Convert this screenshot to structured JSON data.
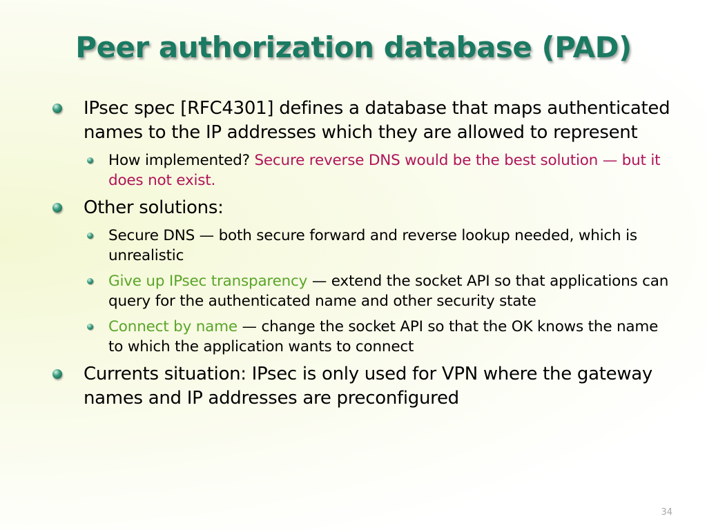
{
  "slide": {
    "title": "Peer authorization database (PAD)",
    "page_number": "34",
    "colors": {
      "title": "#1b7a62",
      "highlight_red": "#b0145a",
      "highlight_green": "#5aa52a"
    },
    "bullets": [
      {
        "text": "IPsec spec [RFC4301] defines a database that maps authenticated names to the IP addresses which they are allowed to represent",
        "sub": [
          {
            "lead": "How implemented? ",
            "highlight": "Secure reverse DNS would be the best solution — but it does not exist."
          }
        ]
      },
      {
        "text": "Other solutions:",
        "sub": [
          {
            "text": "Secure DNS — both secure forward and reverse lookup needed, which is unrealistic"
          },
          {
            "highlight": "Give up IPsec transparency",
            "rest": " — extend the socket API so that applications can query for the authenticated name and other security state"
          },
          {
            "highlight": "Connect by name",
            "rest": " — change the socket API so that the OK knows the name to which the application wants to connect"
          }
        ]
      },
      {
        "text": "Currents situation: IPsec is only used for VPN where the gateway names and IP addresses are preconfigured"
      }
    ]
  }
}
